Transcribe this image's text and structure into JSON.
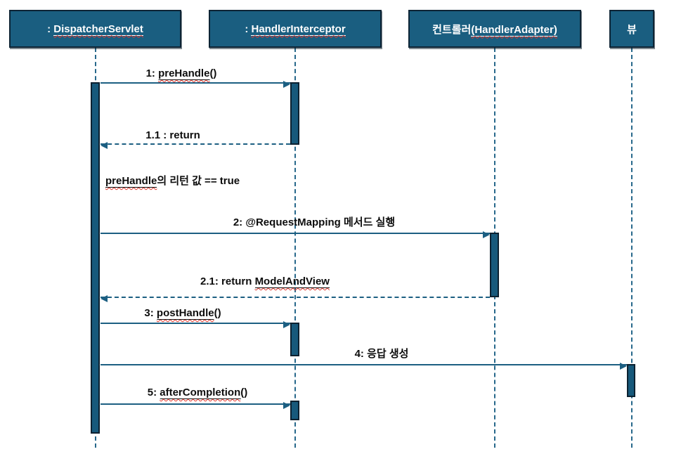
{
  "colors": {
    "box-fill": "#1A5E80",
    "box-border": "#0D2435",
    "line": "#1C5F82",
    "lifeline": "#27688B",
    "activation-fill": "#17597B",
    "activation-border": "#0C2130",
    "squiggle": "#E0392F",
    "label-text": "#0D0D0D",
    "header-text": "#FFFFFF"
  },
  "participants": {
    "p1": {
      "pre": ": ",
      "link": "DispatcherServlet",
      "post": ""
    },
    "p2": {
      "pre": ": ",
      "link": "HandlerInterceptor",
      "post": ""
    },
    "p3": {
      "pre": "컨트롤러",
      "link": "(HandlerAdapter)",
      "post": ""
    },
    "p4": {
      "pre": "뷰",
      "link": "",
      "post": ""
    }
  },
  "messages": {
    "m1": {
      "pre": "1: ",
      "link": "preHandle",
      "post": "()"
    },
    "m1r": {
      "pre": "1.1 : return",
      "link": "",
      "post": ""
    },
    "guard": {
      "pre": "",
      "link": "preHandle",
      "post": "의 리턴 값 == true"
    },
    "m2": {
      "pre": "2: @RequestMapping 메서드 실행",
      "link": "",
      "post": ""
    },
    "m2r": {
      "pre": "2.1: return ",
      "link": "ModelAndView",
      "post": ""
    },
    "m3": {
      "pre": "3: ",
      "link": "postHandle",
      "post": "()"
    },
    "m4": {
      "pre": "4: 응답 생성",
      "link": "",
      "post": ""
    },
    "m5": {
      "pre": "5: ",
      "link": "afterCompletion",
      "post": "()"
    }
  }
}
